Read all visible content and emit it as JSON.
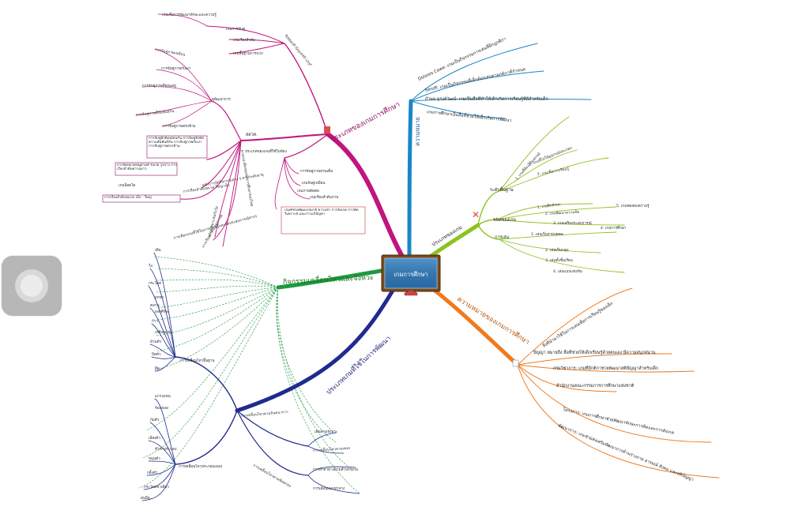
{
  "center": {
    "title": "เกมการศึกษา"
  },
  "colors": {
    "pink": "#c0157e",
    "blue": "#1a86c7",
    "lime": "#8cc31f",
    "orange": "#f07a1d",
    "navy": "#1f2b8f",
    "green": "#1c9a3e"
  },
  "branches": {
    "pink": {
      "title": "ประเภทของเกมการศึกษา",
      "sub": {
        "sub1": "สสวท.",
        "sub2": "Tobbsnfl Gsyvhtfi Lhyf",
        "sub3": "ประเภทของเกมที่ใช้ในห้อง",
        "sub4": "ดูพัฒนาการ",
        "sub5": "ตามแนวคิดของนักการศึกษาของไทย",
        "sub6": "หลักการจัดกิจกรรมต่าง ๆ ตามระดับอายุ",
        "sub7": "ความเหมาะสมกับวัย",
        "sub8": "การเลือกเกมที่ใช้ในการเรียนรู้และจัดประสบการณ์ต่างๆ"
      },
      "leaves": [
        "เกมเพื่อการพัฒนาทักษะและความรู้",
        "เกมการจับคู่",
        "เกมเรียงลำดับ",
        "เกมพื้นฐานการบวก",
        "การจับคู่ภาพเหมือน",
        "การจับคู่ภาพกับเงา",
        "การจับคู่ภาพที่ซ่อนอยู่",
        "การจับคู่ภาพที่สัมพันธ์กัน",
        "การจับคู่ภาพตรงข้าม",
        "การจับคู่ภาพส่วนเต็ม",
        "เกมจับคู่เหมือน",
        "เกมภาพตัดต่อ",
        "เกมเรียงลำดับภาพ",
        "เกมล็อตโต",
        "การเรียงลำดับขนาด ใหญ่-เล็ก",
        "การเรียงลำดับเหตุการณ์"
      ],
      "boxes": [
        "การจับคู่สิ่งที่เหมือนกัน การจับคู่สิ่งที่มีความสัมพันธ์กัน การจับคู่ภาพกับเงา การจับคู่ภาพตรงข้าม",
        "การจัดหมวดหมู่ตามสี ขนาด รูปร่าง การเรียงลำดับความยาว",
        "การเรียงลำดับขนาด เล็ก - ใหญ่",
        "เกมที่ช่วยพัฒนาสมาธิ ความจำ การสังเกต การคิดวิเคราะห์ และการแก้ปัญหา"
      ]
    },
    "blue": {
      "title": "ความหมาย",
      "items": [
        "Dolores Cawe: เกมเป็นกิจกรรมการเล่นที่มีกฎกติกา",
        "Seroff: เกมเป็นกิจกรรมที่เด็กต้องเล่นตามกติกาที่กำหนด",
        "กำพล ดุรงค์วัฒน์: เกมเป็นสื่อที่ทำให้เด็กเกิดการเรียนรู้ที่ดีสำหรับเด็ก",
        "เกมการศึกษาเป็นสื่อที่ช่วยให้เด็กเกิดการพัฒนา"
      ]
    },
    "lime": {
      "title": "ประเภทของเกม",
      "sub": {
        "a": "ระดับพื้นฐาน",
        "b": "ชนิดของเกม",
        "c": "การเล่น"
      },
      "items": [
        "1. เกมที่ต้องใช้อุปกรณ์",
        "2. เกมที่ไม่ใช้อุปกรณ์ประกอบ",
        "3. เกมเพื่อการเรียนรู้",
        "1. เกมฝึกทักษะ",
        "2. เกมพัฒนาความคิด",
        "3. เกมเสริมประสบการณ์",
        "4. เกมการศึกษา",
        "5. เกมทดสอบความรู้",
        "1. เล่นเป็นรายบุคคล",
        "2. เล่นเป็นกลุ่ม",
        "3. เล่นทั้งชั้นเรียน",
        "4. เล่นแบบแข่งขัน"
      ]
    },
    "orange": {
      "title": "ความหมายของเกมการศึกษา",
      "items": [
        "สิ่งที่นำมาใช้ในการเล่นเพื่อการเรียนรู้ของเด็ก",
        "ปัญญา หมายถึง สื่อที่ช่วยให้เด็กเรียนรู้ด้วยตนเอง มีความสนุกสนาน",
        "กรมวิชาการ: เกมที่มีกติกาช่วยพัฒนาสติปัญญาสำหรับเด็ก",
        "สำนักงานคณะกรรมการการศึกษาแห่งชาติ",
        "โครงการ: เกมการศึกษาช่วยพัฒนาทักษะการคิดและการสังเกต",
        "พัฒนาการ: เกมช่วยส่งเสริมพัฒนาการด้านร่างกาย อารมณ์ สังคม และสติปัญญา"
      ]
    },
    "green": {
      "title": "กิจกรรมเคลื่อนไหวและจังหวะ"
    },
    "navy": {
      "title": "ประเภทเกมที่ใช้ในการพัฒนา",
      "sub": {
        "a": "การเคลื่อนไหวพื้นฐาน",
        "b": "การเคลื่อนไหวประกอบเพลง",
        "c": "การเคลื่อนไหวตามจินตนาการ",
        "d": "การเคลื่อนไหวตามข้อตกลง"
      },
      "leaves": [
        "เดิน",
        "วิ่ง",
        "กระโดด",
        "คลาน",
        "ก้าว",
        "ม้วนตัว",
        "บิดตัว",
        "ยืด",
        "แกว่งแขน",
        "ก้มตัว",
        "เอียงตัว",
        "หมุนตัว",
        "กลิ้งตัว",
        "กระโดดขาเดียว",
        "ตบมือ",
        "ผงกศีรษะ",
        "ยกขา",
        "เหยียดแขน",
        "ร้องเพลง",
        "ทำท่าประกอบ",
        "เต้นตามจังหวะ",
        "การเคลื่อนไหวตามเพลง",
        "การทำท่าทางตามคำบรรยาย",
        "การเลียนแบบท่าทาง"
      ]
    }
  }
}
